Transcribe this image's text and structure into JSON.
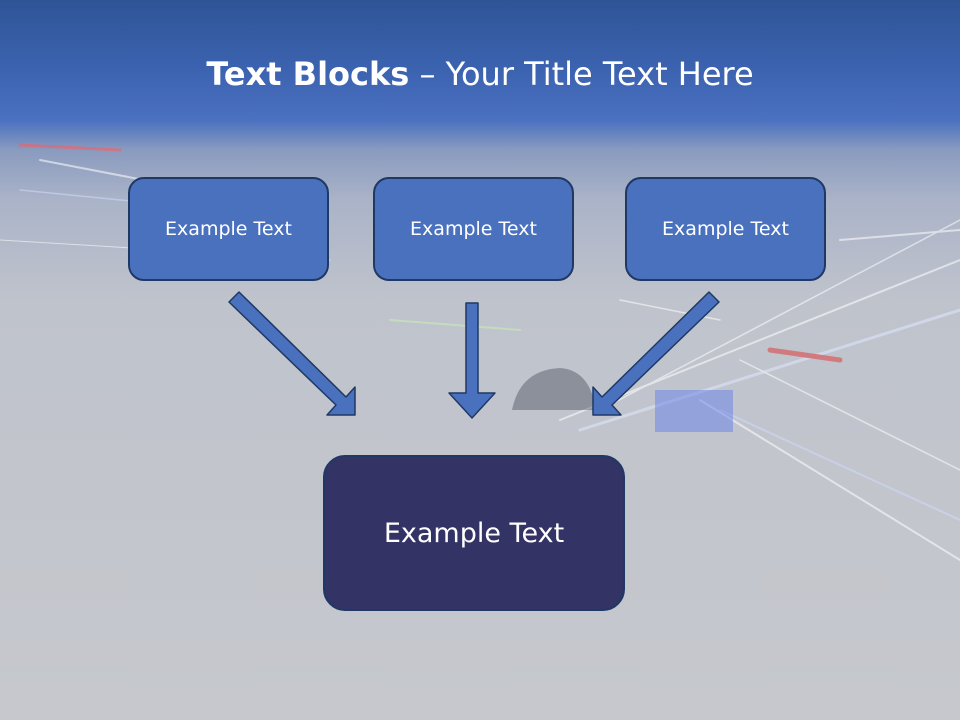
{
  "title": {
    "bold": "Text Blocks",
    "dash": " – ",
    "rest": "Your Title Text Here"
  },
  "blocks": [
    "Example Text",
    "Example Text",
    "Example Text"
  ],
  "target": "Example Text",
  "colors": {
    "block_fill": "#4a71bd",
    "block_border": "#1f3864",
    "target_fill": "#333366",
    "arrow_fill": "#4a71bd"
  }
}
